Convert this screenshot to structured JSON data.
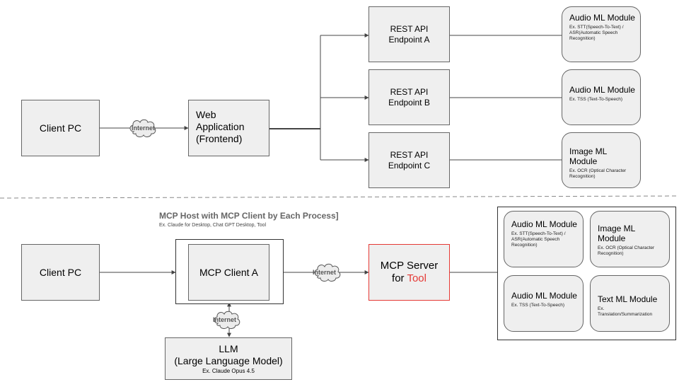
{
  "top": {
    "client_pc": "Client PC",
    "web_app": [
      "Web",
      "Application",
      "(Frontend)"
    ],
    "internet": "Internet",
    "endpoints": [
      {
        "line1": "REST API",
        "line2": "Endpoint A"
      },
      {
        "line1": "REST API",
        "line2": "Endpoint B"
      },
      {
        "line1": "REST API",
        "line2": "Endpoint C"
      }
    ],
    "modules": [
      {
        "title": "Audio ML Module",
        "sub": "Ex.  STT(Speech-To-Text) / ASR(Automatic Speech Recognition)"
      },
      {
        "title": "Audio ML Module",
        "sub": "Ex. TSS (Text-To-Speech)"
      },
      {
        "title": "Image ML Module",
        "sub": "Ex. OCR (Optical Character Recognition)"
      }
    ]
  },
  "bottom": {
    "host_title": "MCP Host with MCP Client by Each Process]",
    "host_subtitle": "Ex. Claude for Desktop, Chat GPT Desktop, Tool",
    "client_pc": "Client PC",
    "mcp_client": "MCP Client A",
    "internet_right": "Internet",
    "internet_down": "Internet",
    "mcp_server_line1": "MCP Server",
    "mcp_server_for": "for ",
    "mcp_server_tool": "Tool",
    "llm_line1": "LLM",
    "llm_line2": "(Large Language Model)",
    "llm_sub": "Ex. Claude Opus 4.5",
    "modules": [
      {
        "title": "Audio ML Module",
        "sub": "Ex.  STT(Speech-To-Text) / ASR(Automatic Speech Recognition)"
      },
      {
        "title": "Image ML Module",
        "sub": "Ex. OCR (Optical Character Recognition)"
      },
      {
        "title": "Audio ML Module",
        "sub": "Ex. TSS (Text-To-Speech)"
      },
      {
        "title": "Text ML Module",
        "sub": "Ex. Translation/Summarization"
      }
    ]
  },
  "colors": {
    "box_fill": "#efefef",
    "border": "#666666",
    "server_border": "#e53935",
    "tool_text": "#e53935",
    "divider": "#888888"
  }
}
